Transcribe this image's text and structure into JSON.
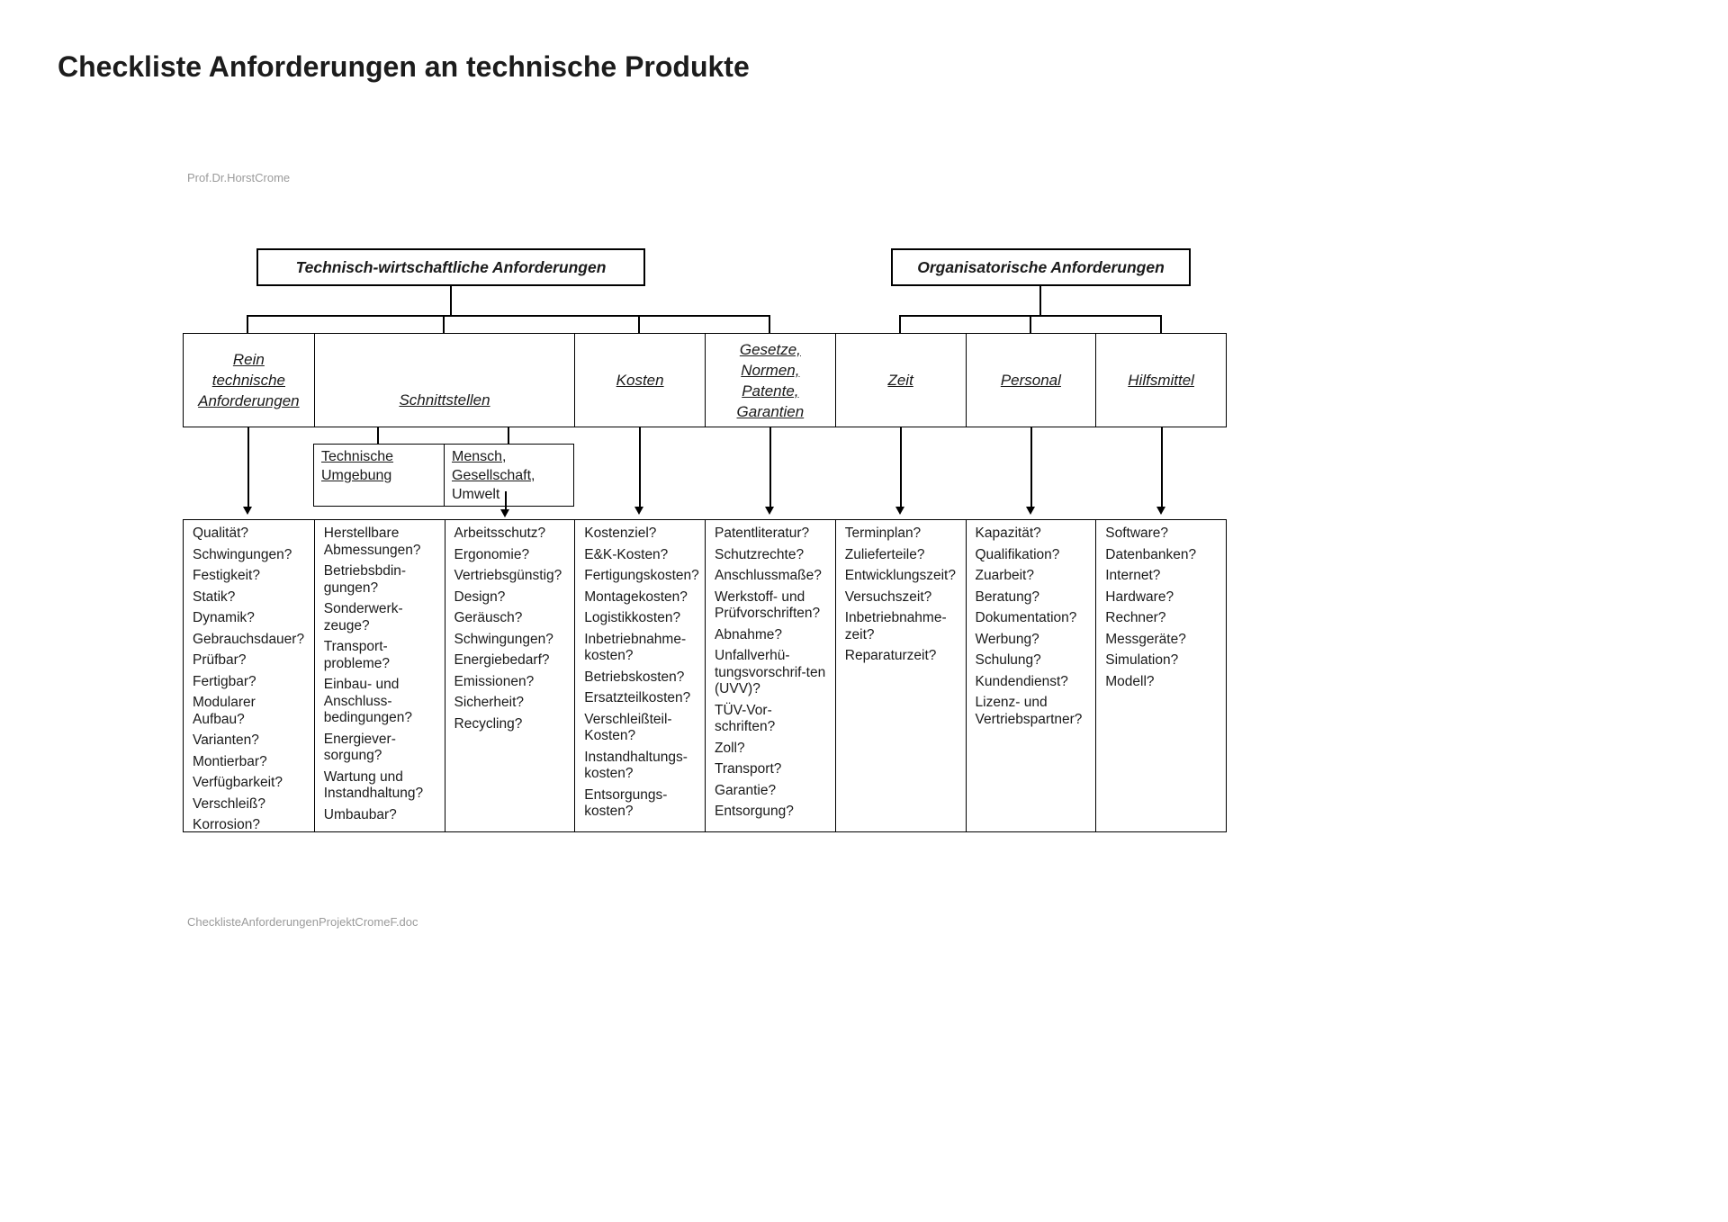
{
  "page": {
    "title": "Checkliste Anforderungen an technische Produkte",
    "author": "Prof.Dr.HorstCrome",
    "footer": "ChecklisteAnforderungenProjektCromeF.doc"
  },
  "colors": {
    "text": "#1a1a1a",
    "muted": "#9b9b9b",
    "line": "#000000"
  },
  "tree": {
    "roots": [
      {
        "label": "Technisch-wirtschaftliche Anforderungen"
      },
      {
        "label": "Organisatorische Anforderungen"
      }
    ],
    "categories": [
      {
        "label": "Rein\ntechnische\nAnforderungen"
      },
      {
        "label": "Schnittstellen"
      },
      {
        "label": "Kosten"
      },
      {
        "label": "Gesetze,\nNormen,\nPatente,\nGarantien"
      },
      {
        "label": "Zeit"
      },
      {
        "label": "Personal"
      },
      {
        "label": "Hilfsmittel"
      }
    ],
    "subcategories": {
      "technische_umgebung": "Technische Umgebung",
      "mensch_gesellschaft": "Mensch, Gesellschaft,",
      "umwelt": "Umwelt"
    }
  },
  "checklist_columns": [
    [
      "Qualität?",
      "Schwingungen?",
      "Festigkeit?",
      "Statik?",
      "Dynamik?",
      "Gebrauchsdauer?",
      "Prüfbar?",
      "Fertigbar?",
      "Modularer Aufbau?",
      "Varianten?",
      "Montierbar?",
      "Verfügbarkeit?",
      "Verschleiß?",
      "Korrosion?"
    ],
    [
      "Herstellbare Abmessungen?",
      "Betriebsbdin-gungen?",
      "Sonderwerk-zeuge?",
      "Transport-probleme?",
      "Einbau- und Anschluss-bedingungen?",
      "Energiever-sorgung?",
      "Wartung und Instandhaltung?",
      "Umbaubar?"
    ],
    [
      "Arbeitsschutz?",
      "Ergonomie?",
      "Vertriebsgünstig?",
      "Design?",
      "Geräusch?",
      "Schwingungen?",
      "Energiebedarf?",
      "Emissionen?",
      "Sicherheit?",
      "Recycling?"
    ],
    [
      "Kostenziel?",
      "E&K-Kosten?",
      "Fertigungskosten?",
      "Montagekosten?",
      "Logistikkosten?",
      "Inbetriebnahme-kosten?",
      "Betriebskosten?",
      "Ersatzteilkosten?",
      "Verschleißteil-Kosten?",
      "Instandhaltungs-kosten?",
      "Entsorgungs-kosten?"
    ],
    [
      "Patentliteratur?",
      "Schutzrechte?",
      "Anschlussmaße?",
      "Werkstoff- und Prüfvorschriften?",
      "Abnahme?",
      "Unfallverhü-tungsvorschrif-ten (UVV)?",
      "TÜV-Vor-schriften?",
      "Zoll?",
      "Transport?",
      "Garantie?",
      "Entsorgung?"
    ],
    [
      "Terminplan?",
      "Zulieferteile?",
      "Entwicklungszeit?",
      "Versuchszeit?",
      "Inbetriebnahme-zeit?",
      "Reparaturzeit?"
    ],
    [
      "Kapazität?",
      "Qualifikation?",
      "Zuarbeit?",
      "Beratung?",
      "Dokumentation?",
      "Werbung?",
      "Schulung?",
      "Kundendienst?",
      "Lizenz- und Vertriebspartner?"
    ],
    [
      "Software?",
      "Datenbanken?",
      "Internet?",
      "Hardware?",
      "Rechner?",
      "Messgeräte?",
      "Simulation?",
      "Modell?"
    ]
  ]
}
